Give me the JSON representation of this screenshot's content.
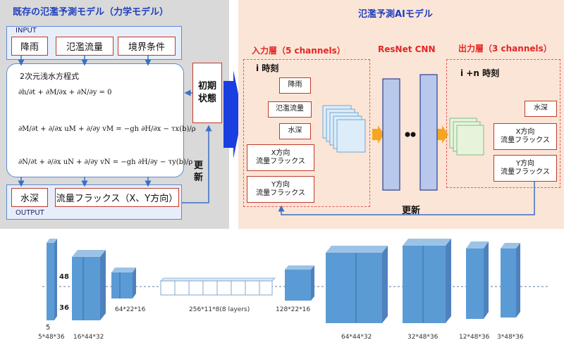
{
  "left_panel": {
    "title": "既存の氾濫予測モデル（力学モデル）",
    "input_label": "INPUT",
    "inputs": [
      "降雨",
      "氾濫流量",
      "境界条件"
    ],
    "equations_title": "2次元浅水方程式",
    "eq1": "∂h/∂t + ∂M/∂x + ∂N/∂y = 0",
    "eq2": "∂M/∂t + ∂/∂x uM + ∂/∂y vM = −gh ∂H/∂x − τx(b)/ρ",
    "eq3": "∂N/∂t + ∂/∂x uN + ∂/∂y vN = −gh ∂H/∂y − τy(b)/ρ",
    "initial_state": "初期状態",
    "update_label": "更新",
    "outputs": [
      "水深",
      "流量フラックス（X、Y方向）"
    ],
    "output_label": "OUTPUT"
  },
  "right_panel": {
    "title": "氾濫予測AIモデル",
    "input_layer": "入力層（5 channels）",
    "input_time": "i 時刻",
    "input_channels": [
      "降雨",
      "氾濫流量",
      "水深",
      "X方向\n流量フラックス",
      "Y方向\n流量フラックス"
    ],
    "network": "ResNet CNN",
    "output_layer": "出力層（3 channels）",
    "output_time": "i +n 時刻",
    "output_channels": [
      "水深",
      "X方向\n流量フラックス",
      "Y方向\n流量フラックス"
    ],
    "update_label": "更新"
  },
  "architecture": {
    "first_block_dims": [
      "48",
      "36",
      "5"
    ],
    "labels": [
      "5*48*36",
      "16*44*32",
      "64*22*16",
      "256*11*8(8 layers)",
      "128*22*16",
      "64*44*32",
      "32*48*36",
      "12*48*36",
      "3*48*36"
    ]
  },
  "colors": {
    "accent_blue": "#1f3fbf",
    "accent_red": "#e32626",
    "block_blue": "#5b9bd5"
  }
}
